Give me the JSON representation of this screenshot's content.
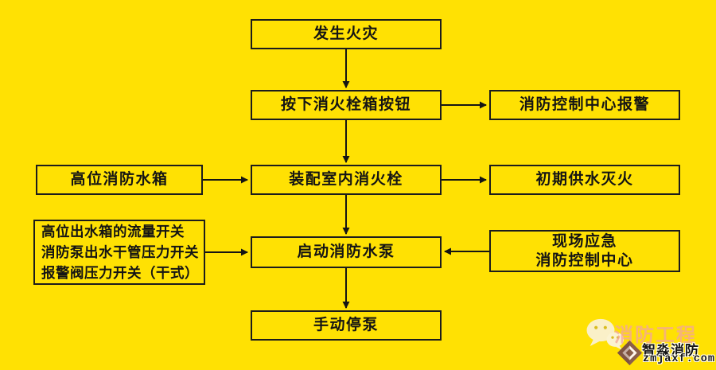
{
  "colors": {
    "background": "#FFE103",
    "connector_line": "#141414",
    "box_border": "#1C1C1C",
    "box_text": "#141414",
    "watermark_faint_text": "#F3A698",
    "watermark_logo_brown": "#8B5F4A",
    "watermark_bubble_cream": "#FAF0C8"
  },
  "flowchart": {
    "nodes": {
      "fire_occurs": {
        "label": "发生火灾"
      },
      "press_hydrant_button": {
        "label": "按下消火栓箱按钮"
      },
      "control_center_alarm": {
        "label": "消防控制中心报警"
      },
      "high_level_water_tank": {
        "label": "高位消防水箱"
      },
      "indoor_hydrant": {
        "label": "装配室内消火栓"
      },
      "initial_water_supply": {
        "label": "初期供水灭火"
      },
      "pump_start_signals": {
        "lines": [
          "高位出水箱的流量开关",
          "消防泵出水干管压力开关",
          "报警阀压力开关（干式）"
        ]
      },
      "start_fire_pump": {
        "label": "启动消防水泵"
      },
      "onsite_emergency_center": {
        "lines": [
          "现场应急",
          "消防控制中心"
        ]
      },
      "manual_pump_stop": {
        "label": "手动停泵"
      }
    }
  },
  "watermark": {
    "wechat_icon": "wechat-icon",
    "brand_watermark": "消防工程",
    "brand_name": "智淼消防",
    "website": "zmjaxf.com"
  }
}
